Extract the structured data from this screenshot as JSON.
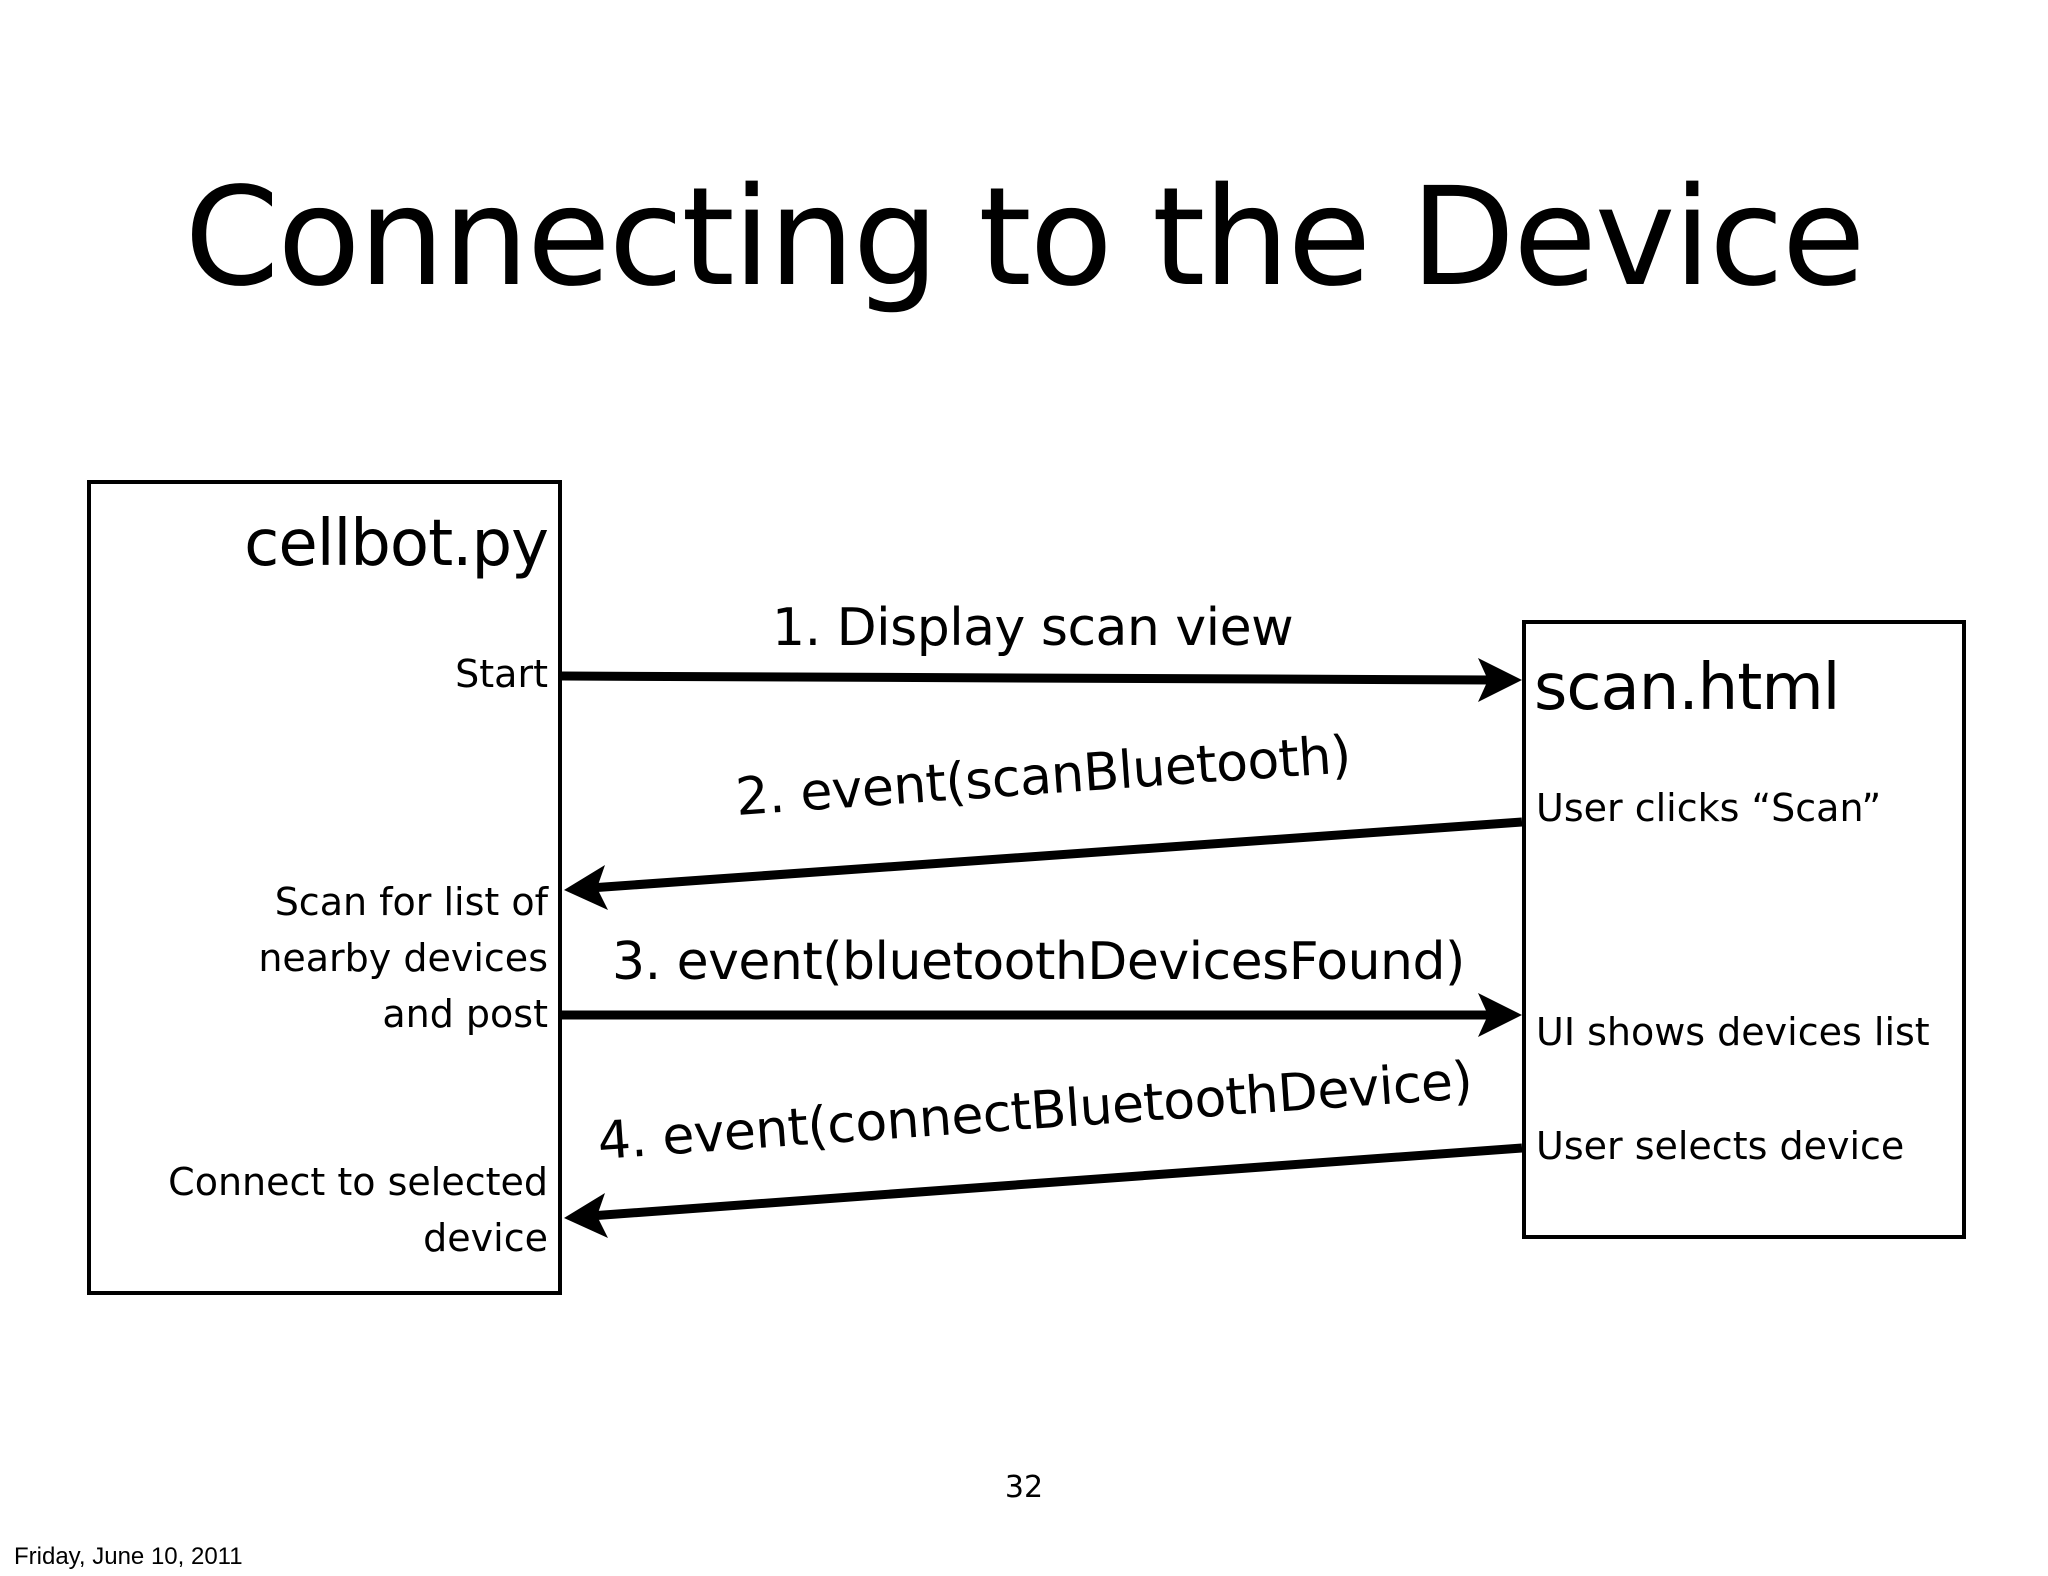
{
  "slide": {
    "title": "Connecting to the Device",
    "page_number": "32",
    "footer_date": "Friday, June 10, 2011"
  },
  "left_box": {
    "title": "cellbot.py",
    "steps": [
      "Start",
      "Scan for list of\nnearby devices\nand post",
      "Connect to selected\ndevice"
    ]
  },
  "right_box": {
    "title": "scan.html",
    "steps": [
      "User clicks “Scan”",
      "UI shows devices list",
      "User selects device"
    ]
  },
  "arrows": [
    {
      "label": "1. Display scan view",
      "direction": "right"
    },
    {
      "label": "2. event(scanBluetooth)",
      "direction": "left"
    },
    {
      "label": "3. event(bluetoothDevicesFound)",
      "direction": "right"
    },
    {
      "label": "4. event(connectBluetoothDevice)",
      "direction": "left"
    }
  ],
  "colors": {
    "ink": "#000000",
    "background": "#ffffff"
  }
}
